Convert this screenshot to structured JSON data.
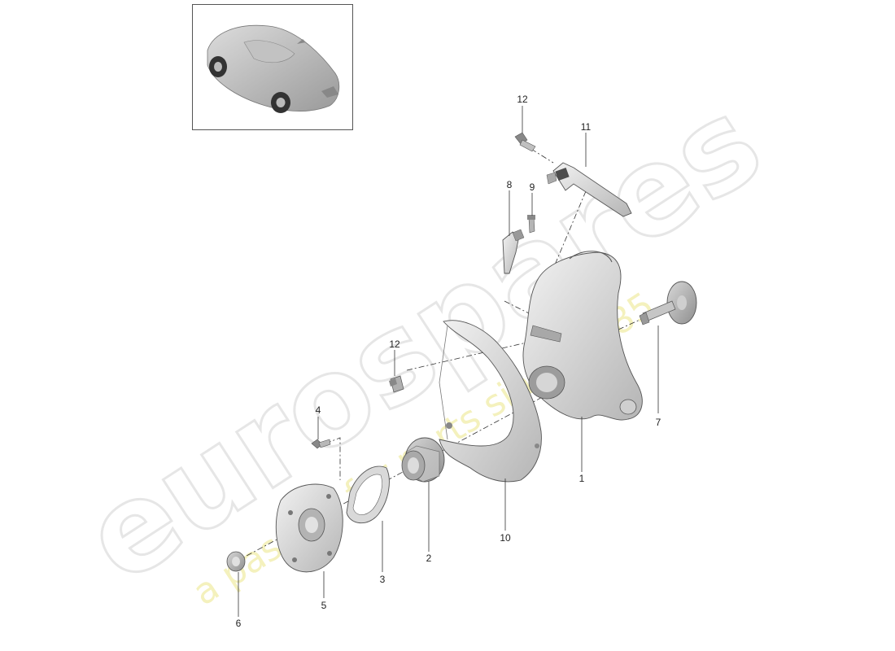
{
  "watermark": {
    "brand": "eurospares",
    "tagline": "a passion for parts since 1985"
  },
  "thumbnail": {
    "icon": "car-thumbnail-icon"
  },
  "callouts": [
    {
      "id": "c1",
      "label": "1"
    },
    {
      "id": "c2",
      "label": "2"
    },
    {
      "id": "c3",
      "label": "3"
    },
    {
      "id": "c4",
      "label": "4"
    },
    {
      "id": "c5",
      "label": "5"
    },
    {
      "id": "c6",
      "label": "6"
    },
    {
      "id": "c7",
      "label": "7"
    },
    {
      "id": "c8",
      "label": "8"
    },
    {
      "id": "c9",
      "label": "9"
    },
    {
      "id": "c10",
      "label": "10"
    },
    {
      "id": "c11",
      "label": "11"
    },
    {
      "id": "c12a",
      "label": "12"
    },
    {
      "id": "c12b",
      "label": "12"
    }
  ],
  "colors": {
    "part_fill": "#e3e3e3",
    "part_shadow": "#b9b9b9",
    "watermark_grey": "#ececec",
    "watermark_yellow": "#f3f0b8"
  }
}
